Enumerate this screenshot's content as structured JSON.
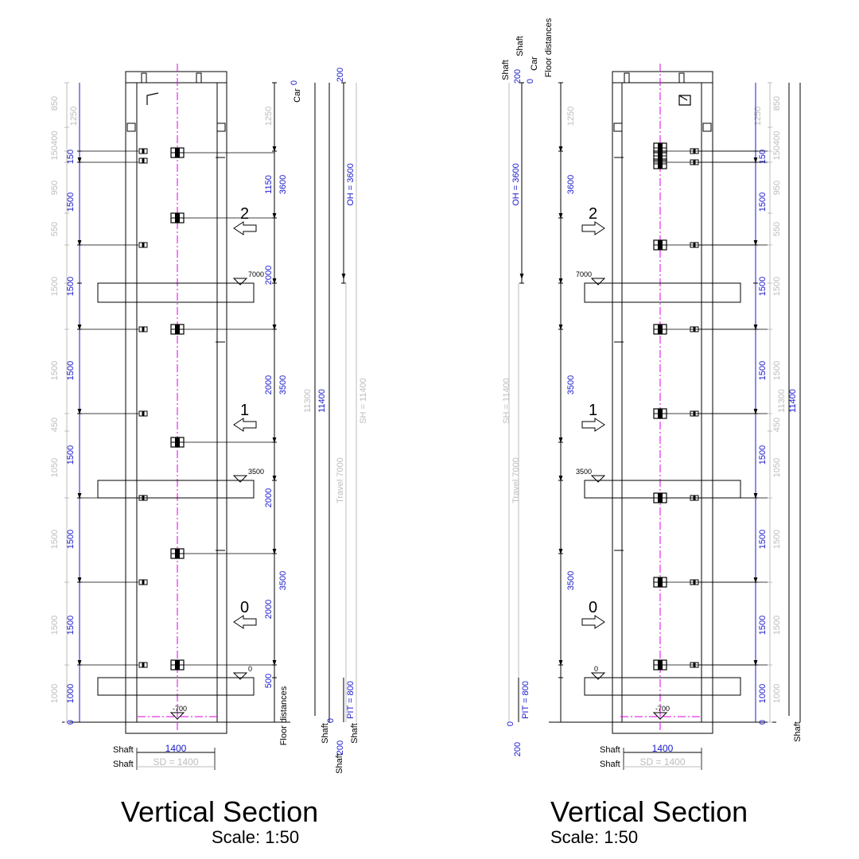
{
  "title": "Vertical Section",
  "scale": "Scale: 1:50",
  "colors": {
    "line": "#000000",
    "dim_gray": "#bdbdbd",
    "dim_blue": "#1a1acc",
    "axis": "#e000e0"
  },
  "floors": [
    "0",
    "1",
    "2"
  ],
  "levels": [
    "7000",
    "3500",
    "0",
    "-700"
  ],
  "labels": {
    "shaft": "Shaft",
    "car": "Car",
    "floor_distances": "Floor distances"
  },
  "dims_blue": [
    "1000",
    "1500",
    "1500",
    "1500",
    "1500",
    "1500",
    "1500",
    "150",
    "0",
    "200",
    "1400",
    "11400",
    "PIT = 800",
    "OH = 3600"
  ],
  "dims_black": [
    "500",
    "2000",
    "3500",
    "2000",
    "2000",
    "3500",
    "2000",
    "1150",
    "3600",
    "0"
  ],
  "dims_gray": [
    "1000",
    "1500",
    "1500",
    "1050",
    "450",
    "1500",
    "1500",
    "550",
    "950",
    "150400",
    "1250",
    "850",
    "1250",
    "11300",
    "Travel 7000",
    "SH = 11400",
    "SD = 1400"
  ]
}
